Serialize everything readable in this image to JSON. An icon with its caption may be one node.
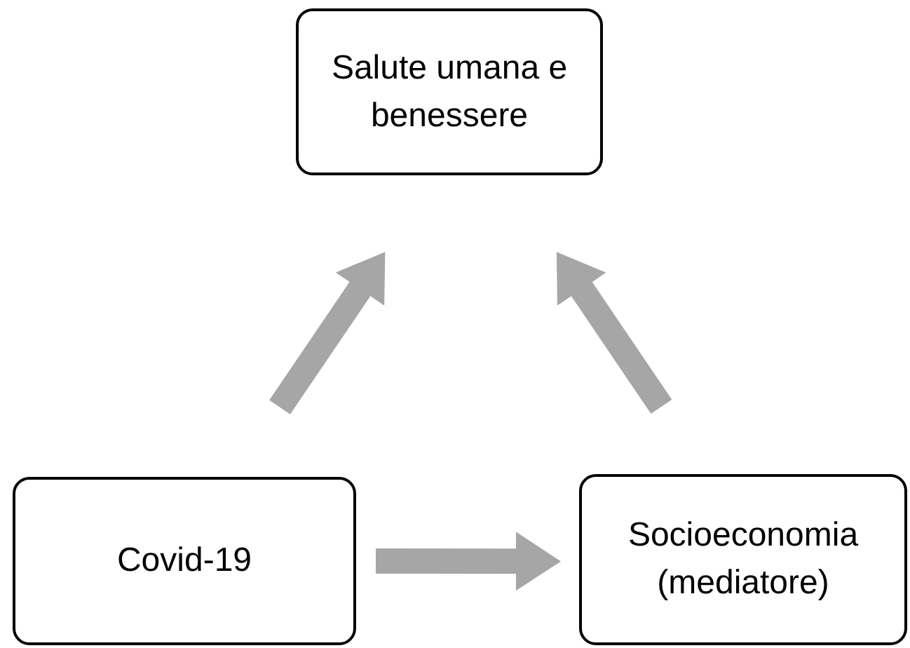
{
  "diagram": {
    "nodes": [
      {
        "text": [
          "Salute umana e benessere"
        ]
      },
      {
        "text": [
          "Covid-19"
        ]
      },
      {
        "text": [
          "Socioeconomia (mediatore)"
        ]
      }
    ],
    "edges": [
      {
        "from": 1,
        "to": 0,
        "arrow": "to"
      },
      {
        "from": 2,
        "to": 0,
        "arrow": "to"
      },
      {
        "from": 1,
        "to": 2,
        "arrow": "to"
      }
    ]
  }
}
